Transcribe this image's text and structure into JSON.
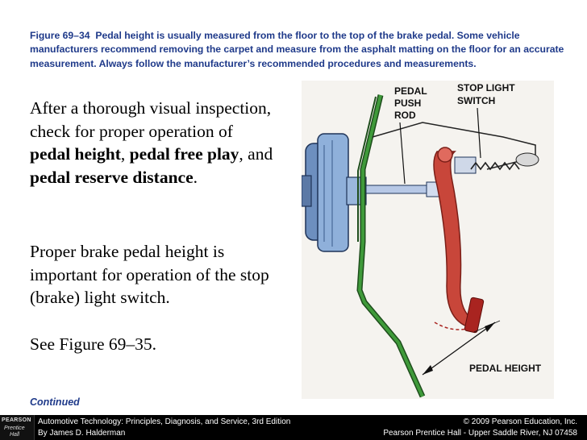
{
  "caption": {
    "label": "Figure 69–34",
    "text": "Pedal height is usually measured from the floor to the top of the brake pedal. Some vehicle manufacturers recommend removing the carpet and measure from the asphalt matting on the floor for an accurate measurement. Always follow the manufacturer’s recommended procedures and measurements."
  },
  "body": {
    "p1_intro": "After a thorough visual inspection, check for proper operation of ",
    "term1": "pedal height",
    "sep1": ",",
    "term2": "pedal free play",
    "sep2": ", and ",
    "term3": "pedal reserve distance",
    "end": ".",
    "p2": "Proper brake pedal height is important for operation of the stop (brake) light switch.",
    "p3": "See Figure 69–35."
  },
  "continued": "Continued",
  "figure": {
    "label_push_rod": [
      "PEDAL",
      "PUSH",
      "ROD"
    ],
    "label_switch": [
      "STOP LIGHT",
      "SWITCH"
    ],
    "label_height": "PEDAL HEIGHT",
    "colors": {
      "pedal": "#c8463a",
      "firewall": "#3f9a3a",
      "booster": "#6d8fbf"
    }
  },
  "footer": {
    "logo": [
      "PEARSON",
      "Prentice",
      "Hall"
    ],
    "book_title": "Automotive Technology: Principles, Diagnosis, and Service, 3rd Edition",
    "author": "By James D. Halderman",
    "copyright": "© 2009 Pearson Education, Inc.",
    "publisher": "Pearson Prentice Hall - Upper Saddle River, NJ 07458"
  }
}
